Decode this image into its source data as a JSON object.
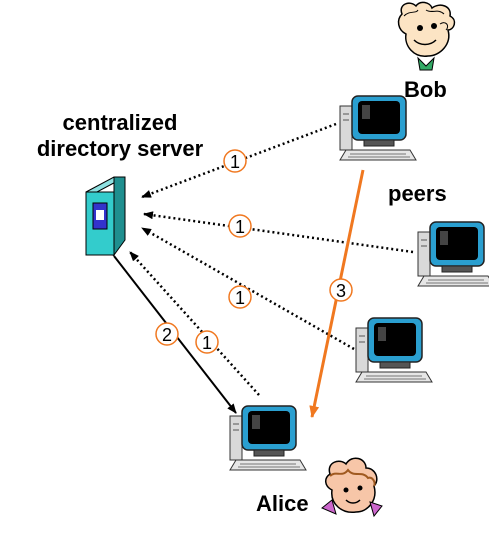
{
  "labels": {
    "server_line1": "centralized",
    "server_line2": "directory server",
    "bob": "Bob",
    "peers": "peers",
    "alice": "Alice"
  },
  "steps": {
    "query": "1",
    "reply": "2",
    "transfer": "3"
  },
  "colors": {
    "server_fill": "#33cccc",
    "server_dark": "#1f8f8f",
    "server_panel": "#3333cc",
    "transfer_arrow": "#f07820",
    "step_circle": "#f07820",
    "monitor_screen": "#000000",
    "monitor_frame": "#33aacc"
  },
  "icons": [
    "server-icon",
    "computer-icon",
    "person-icon"
  ]
}
